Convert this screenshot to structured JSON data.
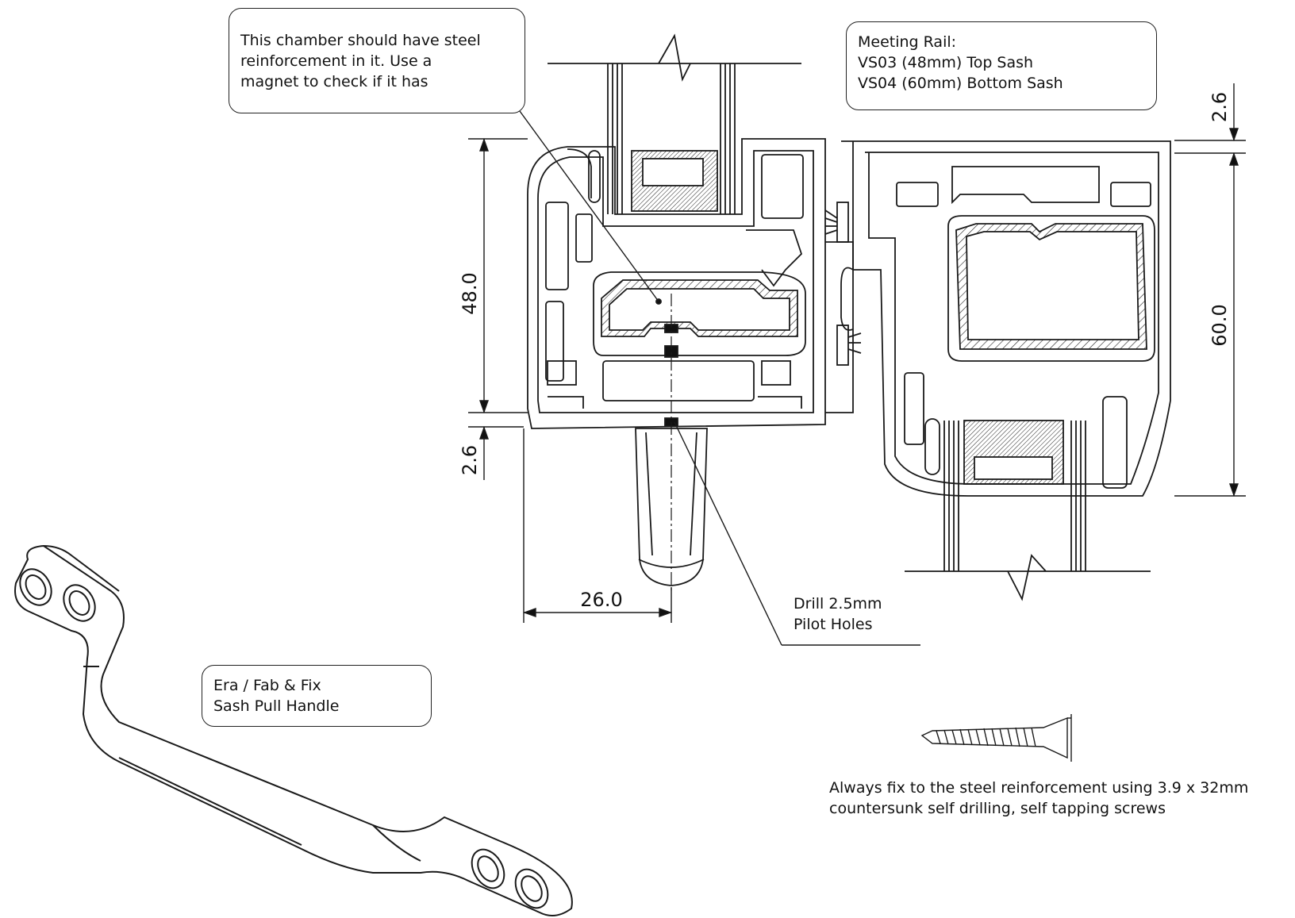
{
  "callouts": {
    "chamber": [
      "This chamber should have steel",
      "reinforcement in it.  Use a",
      "magnet to check if it has"
    ],
    "meeting_rail": [
      "Meeting Rail:",
      "VS03 (48mm) Top Sash",
      "VS04 (60mm) Bottom Sash"
    ],
    "handle": [
      "Era / Fab & Fix",
      "Sash Pull Handle"
    ]
  },
  "captions": {
    "drill": [
      "Drill 2.5mm",
      "Pilot Holes"
    ],
    "screw": [
      "Always fix to the steel reinforcement using 3.9 x 32mm",
      "countersunk self drilling, self tapping screws"
    ]
  },
  "dimensions": {
    "left_height": "48.0",
    "left_offset": "2.6",
    "right_height": "60.0",
    "right_offset": "2.6",
    "handle_offset": "26.0"
  }
}
